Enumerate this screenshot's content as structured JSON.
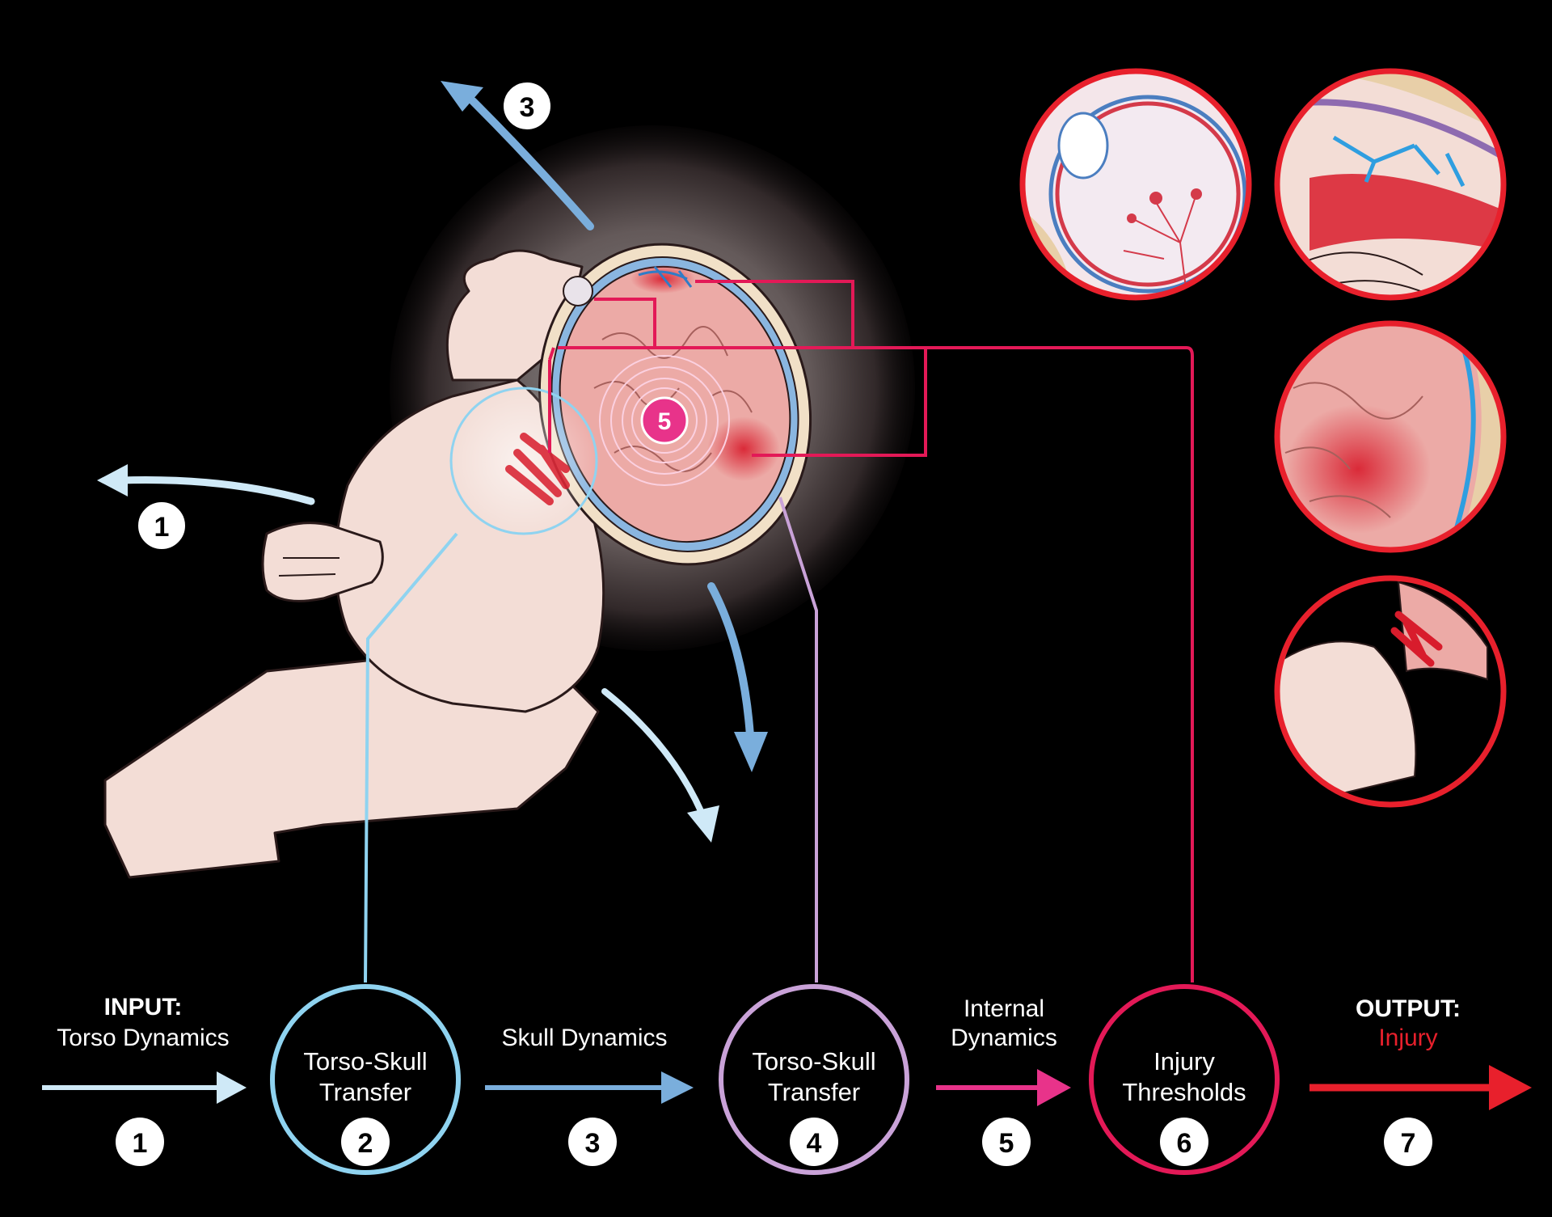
{
  "pipeline": {
    "input_heading": "INPUT:",
    "input_text": "Torso Dynamics",
    "skull_dynamics": "Skull Dynamics",
    "internal_line1": "Internal",
    "internal_line2": "Dynamics",
    "output_heading": "OUTPUT:",
    "output_text": "Injury",
    "node_2_line1": "Torso-Skull",
    "node_2_line2": "Transfer",
    "node_4_line1": "Torso-Skull",
    "node_4_line2": "Transfer",
    "node_6_line1": "Injury",
    "node_6_line2": "Thresholds",
    "step_numbers": [
      "1",
      "2",
      "3",
      "4",
      "5",
      "6",
      "7"
    ]
  },
  "illustration": {
    "motion_label_1": "1",
    "motion_label_3": "3",
    "brain_center_label": "5"
  },
  "colors": {
    "stage_1_light_blue": "#cfe9f7",
    "stage_2_cyan": "#8fd3f0",
    "stage_3_blue": "#7aaedc",
    "stage_4_lilac": "#c9a2d8",
    "stage_5_pink": "#e8338a",
    "stage_6_crimson": "#e31957",
    "stage_7_red": "#e8202c",
    "skin": "#f3ddd6",
    "brain": "#ecaaa6",
    "hemorrhage": "#d81c2c"
  },
  "icons": [
    "arrow-right-icon",
    "curved-arrow-icon",
    "numbered-badge-icon"
  ]
}
